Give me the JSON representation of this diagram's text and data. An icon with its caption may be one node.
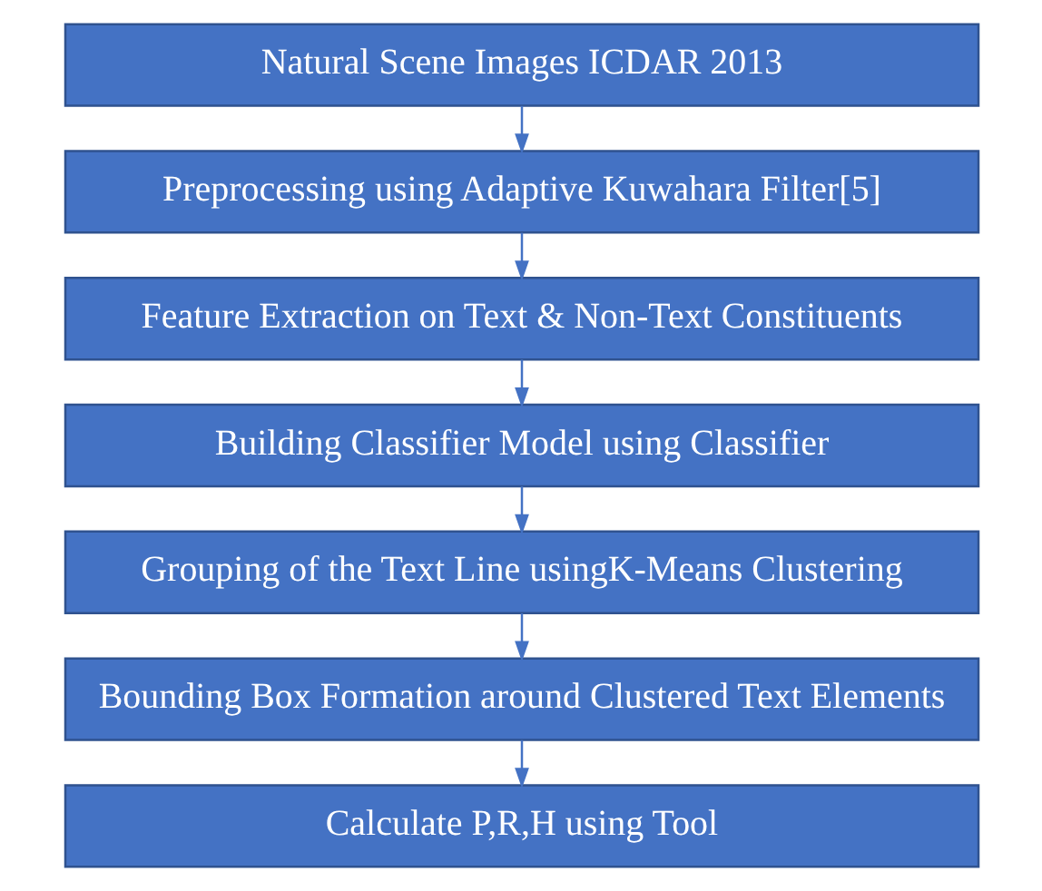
{
  "diagram": {
    "nodes": [
      {
        "text": [
          "Natural Scene Images ICDAR 2013"
        ]
      },
      {
        "text": [
          "Preprocessing using Adaptive Kuwahara Filter[5]"
        ]
      },
      {
        "text": [
          "Feature Extraction on Text & Non-Text Constituents"
        ]
      },
      {
        "text": [
          "Building Classifier Model using Classifier"
        ]
      },
      {
        "text": [
          "Grouping of the Text Line usingK-Means Clustering"
        ]
      },
      {
        "text": [
          "Bounding Box Formation around Clustered Text Elements"
        ]
      },
      {
        "text": [
          "Calculate P,R,H using Tool"
        ]
      }
    ],
    "edges": [
      {
        "from": 0,
        "to": 1,
        "arrow": "to"
      },
      {
        "from": 1,
        "to": 2,
        "arrow": "to"
      },
      {
        "from": 2,
        "to": 3,
        "arrow": "to"
      },
      {
        "from": 3,
        "to": 4,
        "arrow": "to"
      },
      {
        "from": 4,
        "to": 5,
        "arrow": "to"
      },
      {
        "from": 5,
        "to": 6,
        "arrow": "to"
      }
    ]
  }
}
